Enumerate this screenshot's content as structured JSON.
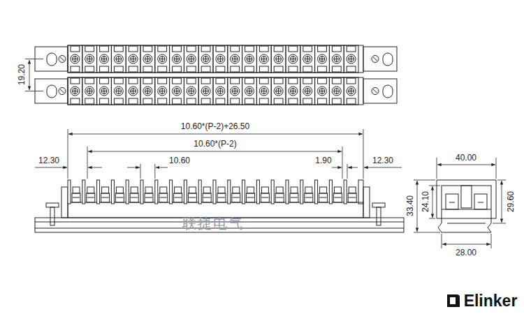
{
  "diagram": {
    "labels": [
      "19.20",
      "10.60*(P-2)+26.50",
      "10.60*(P-2)",
      "12.30",
      "10.60",
      "1.90",
      "12.30",
      "40.00",
      "33.40",
      "24.10",
      "29.60",
      "28.00",
      "联捷电气",
      "Elinker"
    ]
  }
}
